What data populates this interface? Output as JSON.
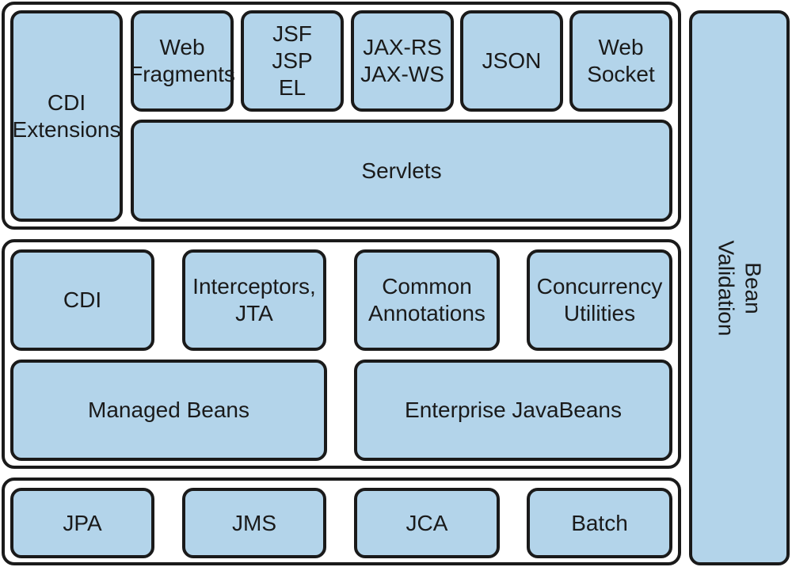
{
  "web_tier": {
    "cdi_extensions": "CDI\nExtensions",
    "web_fragments": "Web\nFragments",
    "jsf_jsp_el": "JSF\nJSP\nEL",
    "jax_rs_ws": "JAX-RS\nJAX-WS",
    "json": "JSON",
    "web_socket": "Web\nSocket",
    "servlets": "Servlets"
  },
  "business_tier": {
    "cdi": "CDI",
    "interceptors_jta": "Interceptors,\nJTA",
    "common_annotations": "Common\nAnnotations",
    "concurrency_utilities": "Concurrency\nUtilities",
    "managed_beans": "Managed Beans",
    "enterprise_javabeans": "Enterprise JavaBeans"
  },
  "data_tier": {
    "jpa": "JPA",
    "jms": "JMS",
    "jca": "JCA",
    "batch": "Batch"
  },
  "bean_validation": "Bean\nValidation",
  "colors": {
    "box_fill": "#b3d4ea",
    "stroke": "#1a1a1a",
    "background": "#ffffff"
  }
}
